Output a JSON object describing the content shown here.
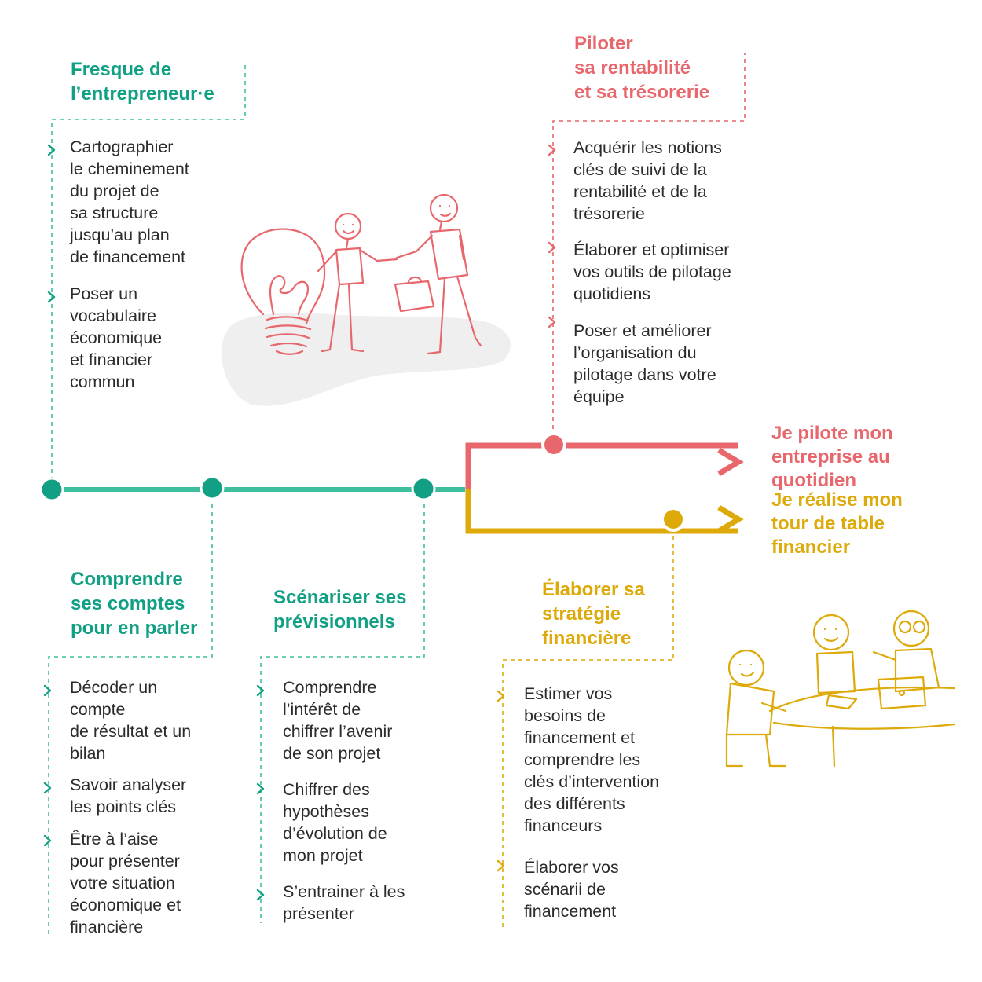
{
  "colors": {
    "teal": "#12a085",
    "line_teal": "#3dbf9e",
    "red": "#e8676c",
    "gold": "#ddaa0a",
    "text": "#2b2b2b",
    "blob": "#efefef"
  },
  "icons": {
    "bullet": "chevron-right-icon",
    "illustration_top": "lightbulb-handshake-illustration",
    "illustration_bottom": "team-meeting-illustration"
  },
  "modules": {
    "fresque": {
      "title": [
        "Fresque de",
        "l’entrepreneur·e"
      ],
      "items": [
        [
          "Cartographier",
          "le cheminement",
          "du projet de",
          "sa structure",
          "jusqu’au plan",
          "de financement"
        ],
        [
          "Poser un",
          "vocabulaire",
          "économique",
          "et financier",
          "commun"
        ]
      ]
    },
    "comptes": {
      "title": [
        "Comprendre",
        "ses comptes",
        "pour en parler"
      ],
      "items": [
        [
          "Décoder un",
          "compte",
          "de résultat et un",
          "bilan"
        ],
        [
          "Savoir analyser",
          "les points clés"
        ],
        [
          "Être à l’aise",
          "pour présenter",
          "votre situation",
          "économique et",
          "financière"
        ]
      ]
    },
    "previsionnels": {
      "title": [
        "Scénariser ses",
        "prévisionnels"
      ],
      "items": [
        [
          "Comprendre",
          "l’intérêt de",
          "chiffrer l’avenir",
          "de son projet"
        ],
        [
          "Chiffrer des",
          "hypothèses",
          "d’évolution de",
          "mon projet"
        ],
        [
          "S’entrainer à les",
          "présenter"
        ]
      ]
    },
    "piloter": {
      "title": [
        "Piloter",
        "sa rentabilité",
        "et sa trésorerie"
      ],
      "items": [
        [
          "Acquérir les notions",
          "clés de suivi de la",
          "rentabilité et de la",
          "trésorerie"
        ],
        [
          "Élaborer et optimiser",
          "vos outils de pilotage",
          "quotidiens"
        ],
        [
          "Poser et améliorer",
          "l’organisation du",
          "pilotage dans votre",
          "équipe"
        ]
      ]
    },
    "strategie": {
      "title": [
        "Élaborer sa",
        "stratégie",
        "financière"
      ],
      "items": [
        [
          "Estimer vos",
          "besoins de",
          "financement et",
          "comprendre les",
          "clés d’intervention",
          "des différents",
          "financeurs"
        ],
        [
          "Élaborer vos",
          "scénarii de",
          "financement"
        ]
      ]
    }
  },
  "outcomes": {
    "pilote": [
      "Je pilote mon",
      "entreprise au",
      "quotidien"
    ],
    "tour_table": [
      "Je réalise mon",
      "tour de table",
      "financier"
    ]
  }
}
